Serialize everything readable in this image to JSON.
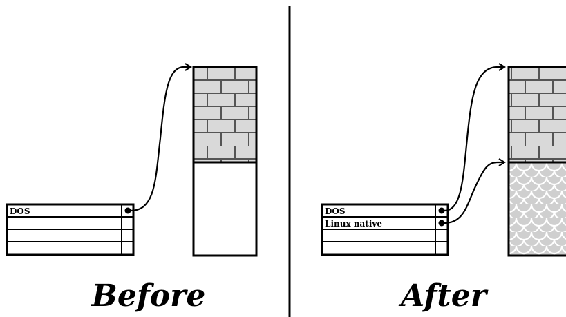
{
  "before": {
    "caption": "Before",
    "partition_table": {
      "rows": [
        "DOS",
        "",
        "",
        ""
      ]
    }
  },
  "after": {
    "caption": "After",
    "partition_table": {
      "rows": [
        "DOS",
        "Linux native",
        "",
        ""
      ]
    }
  },
  "colors": {
    "stroke": "#000000",
    "brick_fill": "#d9d9d9",
    "scale_fill": "#cfcfcf",
    "background": "#ffffff"
  }
}
